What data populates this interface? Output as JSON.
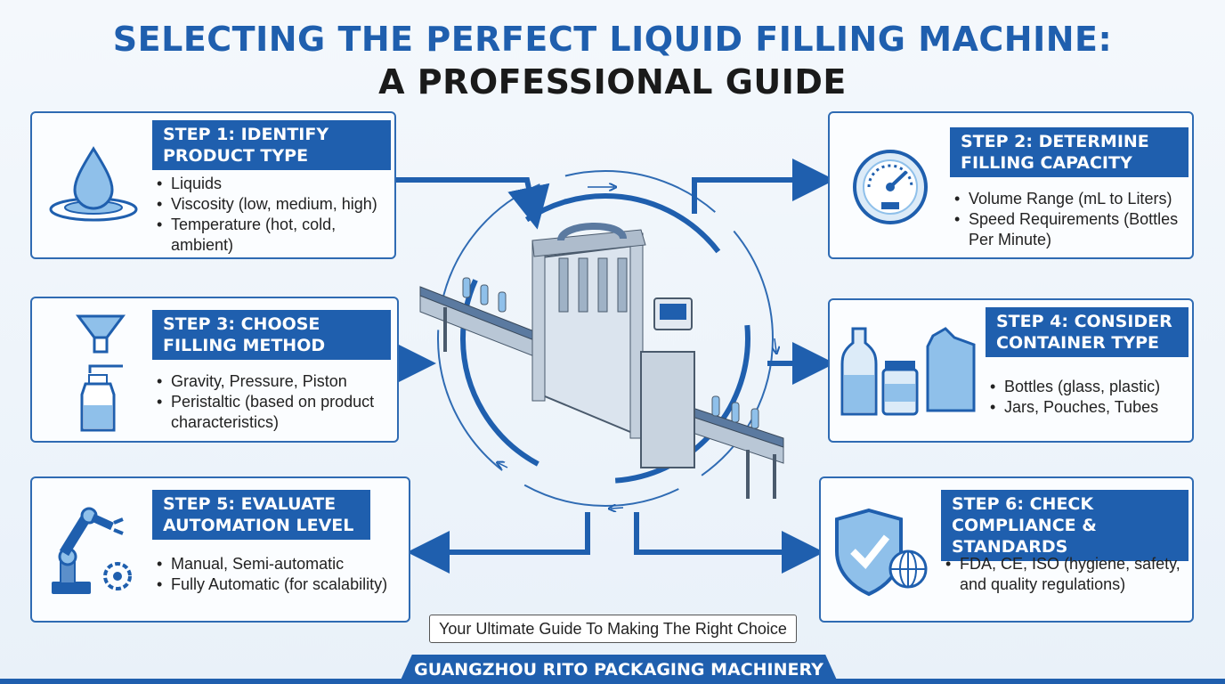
{
  "header": {
    "title_line1": "SELECTING THE PERFECT LIQUID FILLING MACHINE:",
    "title_line2": "A PROFESSIONAL GUIDE"
  },
  "steps": [
    {
      "title": "STEP 1: IDENTIFY PRODUCT TYPE",
      "icon": "water-drop-icon",
      "bullets": [
        "Liquids",
        "Viscosity (low, medium, high)",
        "Temperature (hot, cold, ambient)"
      ]
    },
    {
      "title": "STEP 2: DETERMINE FILLING CAPACITY",
      "icon": "gauge-icon",
      "bullets": [
        "Volume Range (mL to Liters)",
        "Speed Requirements (Bottles Per Minute)"
      ]
    },
    {
      "title": "STEP 3: CHOOSE FILLING METHOD",
      "icon": "filling-nozzle-icon",
      "bullets": [
        "Gravity, Pressure, Piston",
        "Peristaltic (based on product characteristics)"
      ]
    },
    {
      "title": "STEP 4: CONSIDER CONTAINER TYPE",
      "icon": "containers-icon",
      "bullets": [
        "Bottles (glass, plastic)",
        "Jars, Pouches, Tubes"
      ]
    },
    {
      "title": "STEP 5: EVALUATE AUTOMATION LEVEL",
      "icon": "robot-arm-icon",
      "bullets": [
        "Manual, Semi-automatic",
        "Fully Automatic (for scalability)"
      ]
    },
    {
      "title": "STEP 6: CHECK COMPLIANCE & STANDARDS",
      "icon": "shield-check-icon",
      "bullets": [
        "FDA, CE, ISO (hygiene, safety, and quality regulations)"
      ]
    }
  ],
  "tagline": "Your Ultimate Guide To Making The Right Choice",
  "footer": "GUANGZHOU RITO PACKAGING MACHINERY",
  "colors": {
    "primary": "#1f5fae",
    "light": "#8fc0ea",
    "background": "#eef4fa"
  }
}
